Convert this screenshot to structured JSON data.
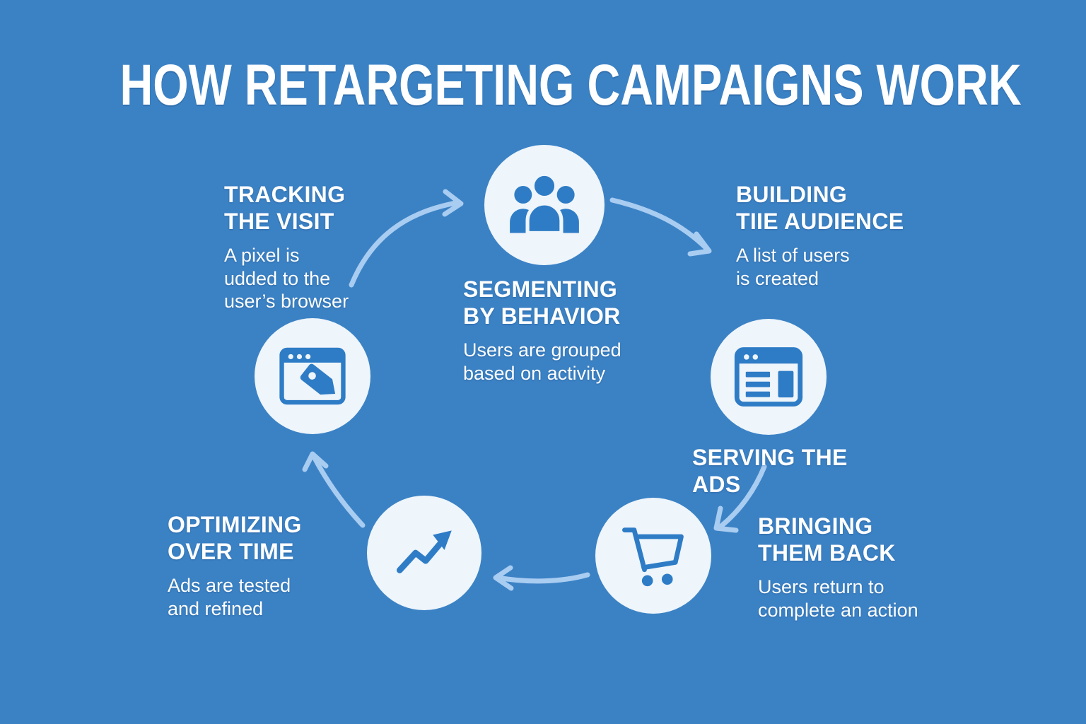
{
  "title": "HOW RETARGETING CAMPAIGNS WORK",
  "colors": {
    "background": "#3b82c5",
    "circle": "#eef5fb",
    "icon": "#2e7cc6",
    "arrow": "#a9ccf1",
    "text": "#ffffff"
  },
  "steps": {
    "tracking": {
      "line1": "TRACKING",
      "line2": "THE VISIT",
      "body": "A pixel is\nudded to the\nuser’s browser",
      "icon": "browser-tag-icon"
    },
    "segmenting": {
      "line1": "SEGMENTING",
      "line2": "BY BEHAVIOR",
      "body": "Users are grouped\nbased on activity",
      "icon": "people-icon"
    },
    "building": {
      "line1": "BUILDING",
      "line2": "TIIE AUDIENCE",
      "body": "A list of users\nis created"
    },
    "serving": {
      "line1": "SERVING THE",
      "line2": "ADS",
      "icon": "browser-ad-icon"
    },
    "bringing": {
      "line1": "BRINGING",
      "line2": "THEM BACK",
      "body": "Users return to\ncomplete an action",
      "icon": "cart-icon"
    },
    "optimizing": {
      "line1": "OPTIMIZING",
      "line2": "OVER TIME",
      "body": "Ads are tested\nand refined",
      "icon": "trend-chart-icon"
    }
  }
}
